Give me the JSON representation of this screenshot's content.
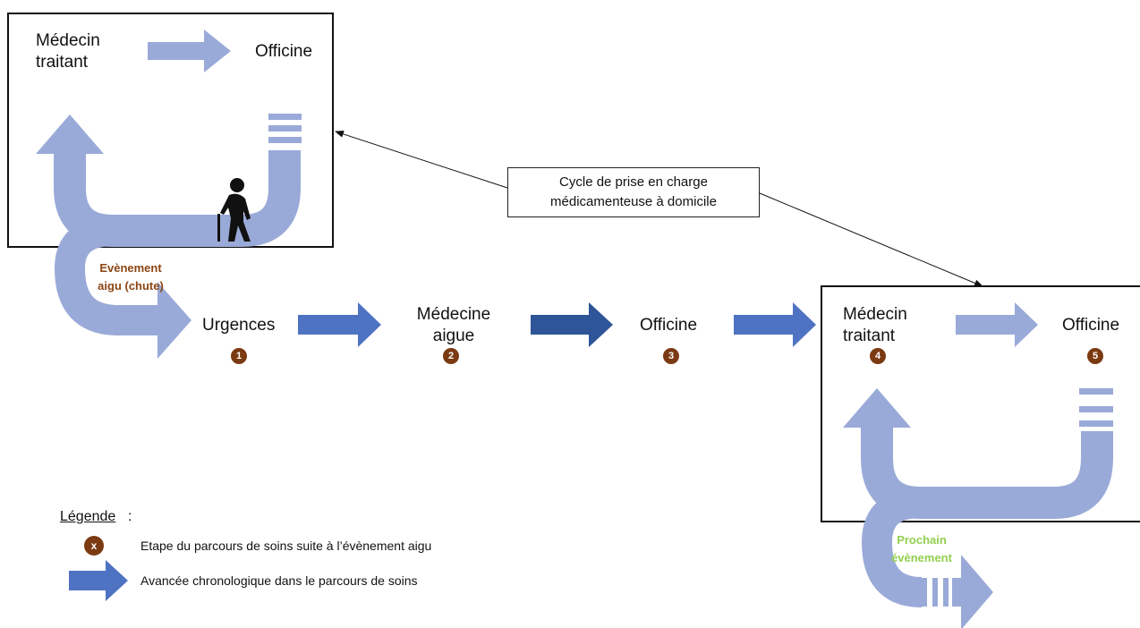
{
  "colors": {
    "light_arrow": "#9aaad8",
    "mid_arrow": "#4f73c3",
    "dark_arrow": "#2d5597",
    "step_badge": "#7b3a12",
    "event_text": "#8b4513",
    "next_event_text": "#92d050"
  },
  "top_box": {
    "doctor": "Médecin\ntraitant",
    "pharmacy": "Officine",
    "patient_icon": "elderly-person-with-cane-icon"
  },
  "acute_event": "Evènement\naigu (chute)",
  "steps": [
    {
      "label": "Urgences",
      "number": "1"
    },
    {
      "label": "Médecine\naigue",
      "number": "2"
    },
    {
      "label": "Officine",
      "number": "3"
    },
    {
      "label": "Médecin\ntraitant",
      "number": "4"
    },
    {
      "label": "Officine",
      "number": "5"
    }
  ],
  "cycle_label": "Cycle de prise en charge\nmédicamenteuse à domicile",
  "next_event": "Prochain\névènement",
  "legend": {
    "title": "Légende",
    "colon": " :",
    "step_symbol": "x",
    "step_text": "Etape du parcours de soins suite à l’évènement aigu",
    "arrow_text": "Avancée chronologique dans le parcours de soins"
  }
}
